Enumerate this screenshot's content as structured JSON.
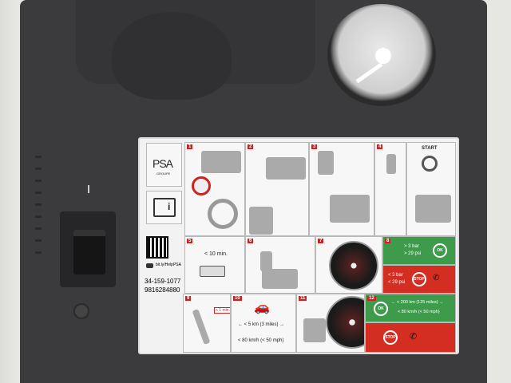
{
  "brand": {
    "logo": "PSA",
    "sub": "GROUPE"
  },
  "left": {
    "url": "bit.ly/HelpPSA",
    "code1": "34-159-1077",
    "code2": "9816284880",
    "info_icon": "i"
  },
  "steps": {
    "s1": "1",
    "s2": "2",
    "s3": "3",
    "s4": "4",
    "s5": "5",
    "s6": "6",
    "s7": "7",
    "s8": "8",
    "s9": "9",
    "s10": "10",
    "s11": "11",
    "s12": "12"
  },
  "start": "START",
  "step5": {
    "time": "< 10 min."
  },
  "step8": {
    "ok_bar": "> 3 bar",
    "ok_psi": "> 29 psi",
    "ok": "OK",
    "low_bar": "< 3 bar",
    "low_psi": "< 29 psi",
    "stop": "STOP"
  },
  "step9": {
    "time": "< 1 min."
  },
  "step10": {
    "dist": "← < 5 km (3 miles) →",
    "speed": "< 80 km/h (< 50 mph)"
  },
  "step12": {
    "ok": "OK",
    "dist": "← < 200 km (125 miles) →",
    "speed": "< 80 km/h (< 50 mph)",
    "stop": "STOP"
  }
}
